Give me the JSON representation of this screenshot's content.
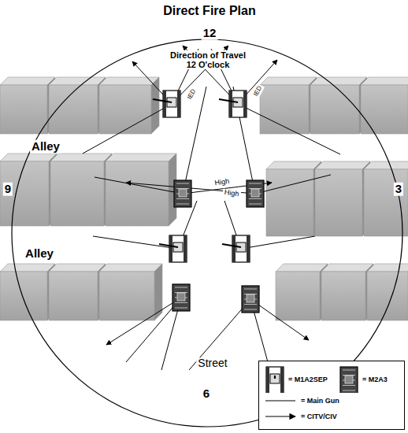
{
  "diagram": {
    "title": "Direct Fire Plan",
    "labels": [
      "12",
      "Direction of Travel 12 O'clock",
      "9",
      "3",
      "6",
      "Alley",
      "Alley",
      "Street",
      "IED",
      "IED",
      "High",
      "High"
    ],
    "legend": [
      {
        "text": "= M1A2SEP"
      },
      {
        "text": "= M2A3"
      },
      {
        "text": "= Main Gun"
      },
      {
        "text": "= CITV/CIV"
      }
    ]
  }
}
